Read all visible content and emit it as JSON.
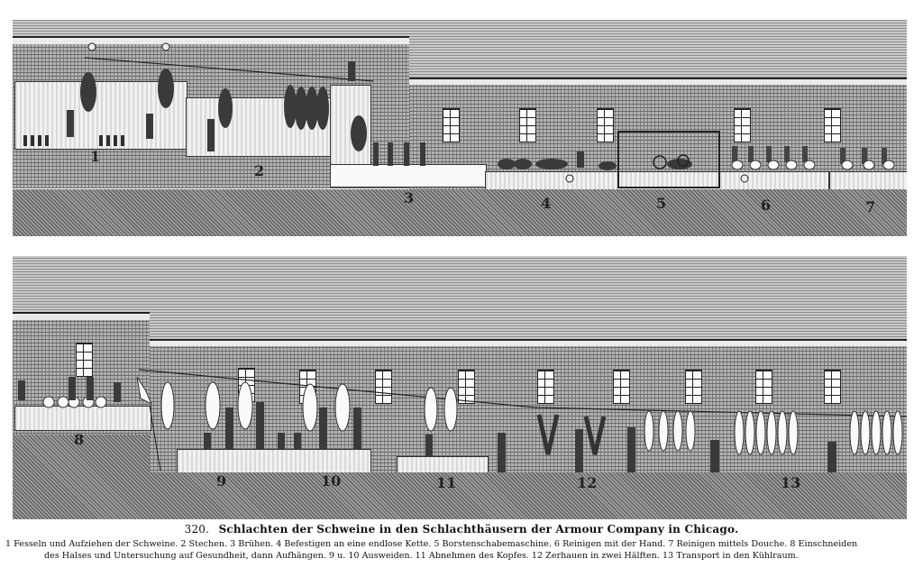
{
  "figure": {
    "number": "320.",
    "title": "Schlachten der Schweine in den Schlachthäusern der Armour Company in Chicago.",
    "legend_line_1": "1 Fesseln und Aufziehen der Schweine.  2 Stechen.  3 Brühen.  4 Befestigen an eine endlose Kette.  5 Borstenschabemaschine.  6 Reinigen mit der Hand.  7 Reinigen mittels Douche.  8 Einschneiden",
    "legend_line_2": "des Halses und Untersuchung auf Gesundheit, dann Aufhängen.  9 u. 10 Ausweiden.  11 Abnehmen des Kopfes.  12 Zerhauen in zwei Hälften.  13 Transport in den Kühlraum.",
    "legend_items": [
      {
        "n": "1",
        "text": "Fesseln und Aufziehen der Schweine."
      },
      {
        "n": "2",
        "text": "Stechen."
      },
      {
        "n": "3",
        "text": "Brühen."
      },
      {
        "n": "4",
        "text": "Befestigen an eine endlose Kette."
      },
      {
        "n": "5",
        "text": "Borstenschabemaschine."
      },
      {
        "n": "6",
        "text": "Reinigen mit der Hand."
      },
      {
        "n": "7",
        "text": "Reinigen mittels Douche."
      },
      {
        "n": "8",
        "text": "Einschneiden des Halses und Untersuchung auf Gesundheit, dann Aufhängen."
      },
      {
        "n": "9 u. 10",
        "text": "Ausweiden."
      },
      {
        "n": "11",
        "text": "Abnehmen des Kopfes."
      },
      {
        "n": "12",
        "text": "Zerhauen in zwei Hälften."
      },
      {
        "n": "13",
        "text": "Transport in den Kühlraum."
      }
    ]
  },
  "panels": {
    "top": {
      "station_labels": [
        "1",
        "2",
        "3",
        "4",
        "5",
        "6",
        "7"
      ]
    },
    "bottom": {
      "station_labels": [
        "8",
        "9",
        "10",
        "11",
        "12",
        "13"
      ]
    }
  },
  "colors": {
    "ink": "#111111",
    "paper": "#ffffff",
    "hatch_dark": "#555555",
    "hatch_light": "#c9c9c9"
  }
}
